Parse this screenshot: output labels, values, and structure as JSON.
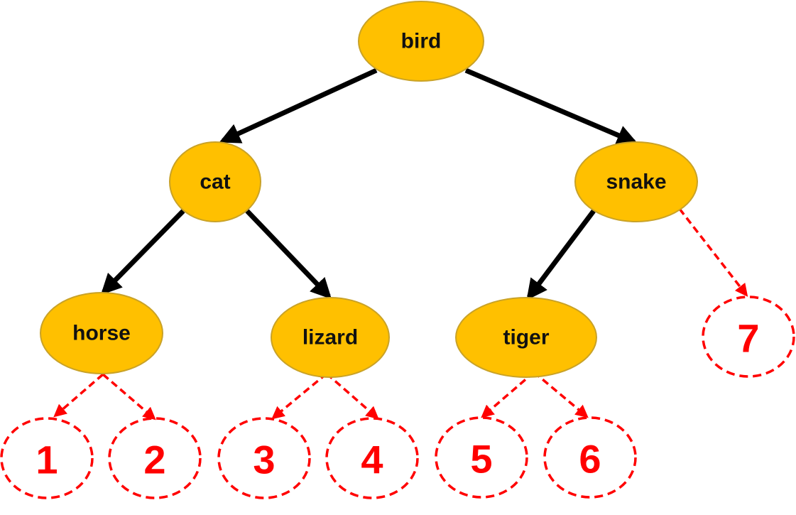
{
  "colors": {
    "node_fill": "#FFC000",
    "node_stroke": "#C9A227",
    "edge": "#000000",
    "slot": "#FF0000"
  },
  "nodes": {
    "bird": "bird",
    "cat": "cat",
    "snake": "snake",
    "horse": "horse",
    "lizard": "lizard",
    "tiger": "tiger"
  },
  "slots": {
    "s1": "1",
    "s2": "2",
    "s3": "3",
    "s4": "4",
    "s5": "5",
    "s6": "6",
    "s7": "7"
  }
}
